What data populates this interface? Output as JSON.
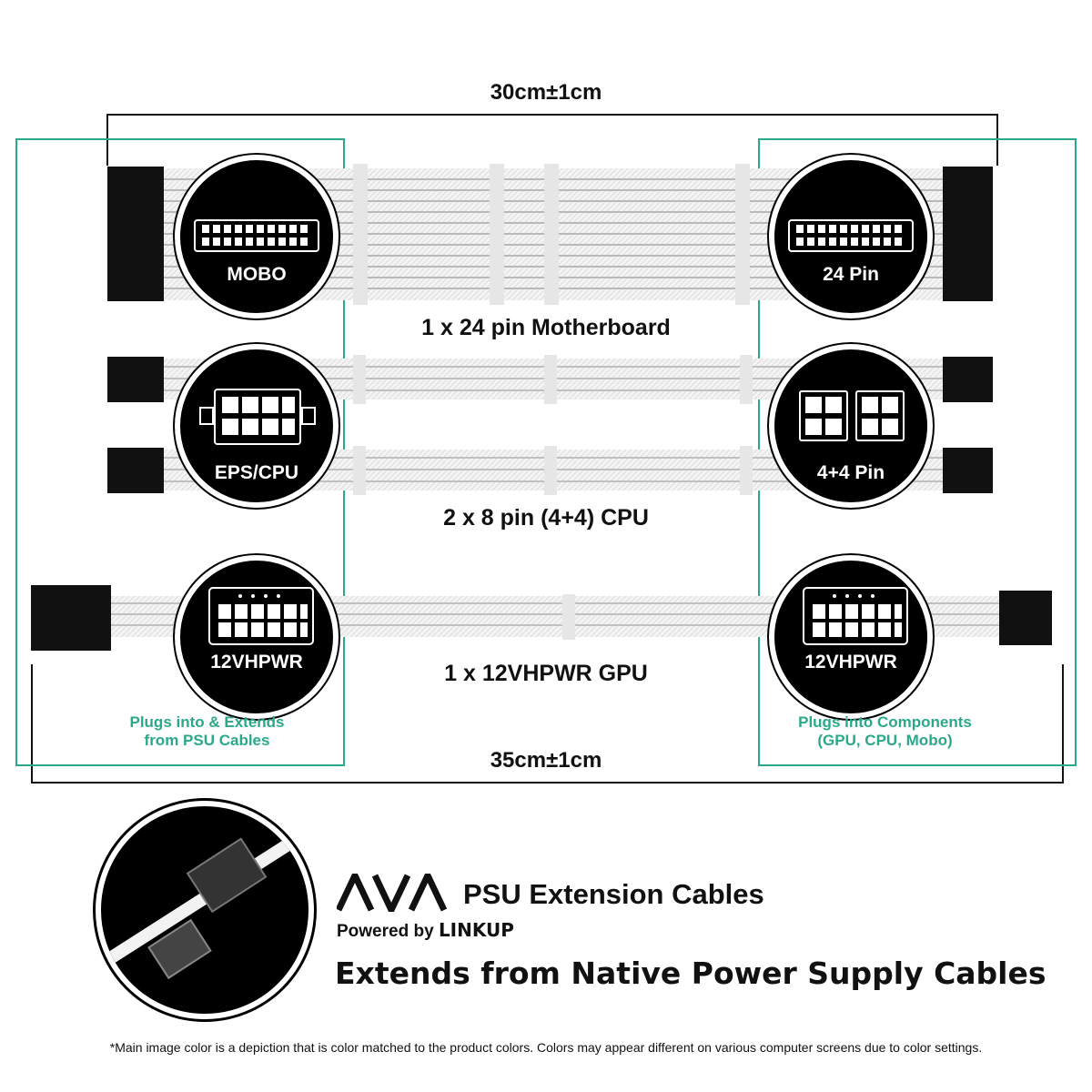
{
  "dimensions": {
    "top": "30cm±1cm",
    "bottom": "35cm±1cm"
  },
  "cables": [
    {
      "caption": "1 x 24 pin Motherboard",
      "left_label": "MOBO",
      "right_label": "24 Pin"
    },
    {
      "caption": "2 x 8 pin (4+4) CPU",
      "left_label": "EPS/CPU",
      "right_label": "4+4 Pin"
    },
    {
      "caption": "1 x 12VHPWR GPU",
      "left_label": "12VHPWR",
      "right_label": "12VHPWR"
    }
  ],
  "notes": {
    "left": [
      "Plugs into & Extends",
      "from PSU Cables"
    ],
    "right": [
      "Plugs into Components",
      "(GPU, CPU, Mobo)"
    ]
  },
  "brand": {
    "logo": "AVA",
    "product": "PSU Extension Cables",
    "powered_by": "Powered by",
    "partner_logo": "LINKUP",
    "headline": "Extends from Native Power Supply Cables"
  },
  "footnote": "*Main image color is a depiction that is color matched to the product colors. Colors may appear different on various computer screens due to color settings.",
  "colors": {
    "accent_green": "#2aa98a",
    "partner_red": "#d4241c",
    "cable": "#f2f2f2"
  }
}
